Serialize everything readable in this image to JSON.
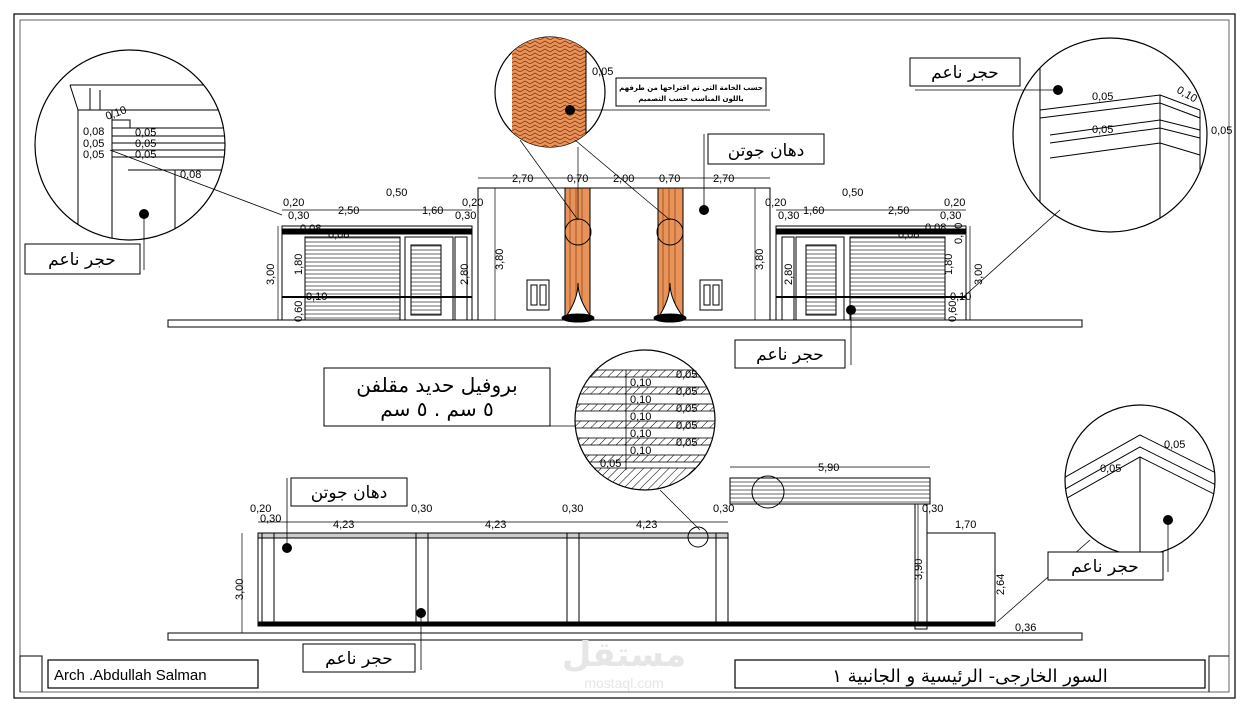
{
  "title_block": {
    "author": "Arch .Abdullah Salman",
    "sheet_title": "السور الخارجى- الرئيسية و الجانبية ١",
    "watermark_ar": "مستقل",
    "watermark_en": "mostaql.com"
  },
  "labels": {
    "soft_stone": "حجر ناعم",
    "jotun_paint": "دهان جوتن",
    "profile_line1": "بروفيل حديد مقلفن",
    "profile_line2": "٥ سم . ٥ سم",
    "note_line1": "حسب الخامة التي تم اقتراحها من طرفهم",
    "note_line2": "باللون المناسب حسب التصميم"
  },
  "front_elevation_dims": {
    "top_spans": [
      "2,70",
      "0,70",
      "2,00",
      "0,70",
      "2,70"
    ],
    "left_top": [
      "0,20",
      "0,50",
      "2,50",
      "1,60",
      "0,20"
    ],
    "left_sub": [
      "0,30",
      "0,30"
    ],
    "right_top": [
      "0,20",
      "0,50",
      "1,60",
      "2,50",
      "0,20"
    ],
    "right_sub": [
      "0,30",
      "0,30"
    ],
    "heights": [
      "3,00",
      "1,80",
      "2,80",
      "3,80",
      "3,80",
      "2,80",
      "1,80",
      "3,00"
    ],
    "small": [
      "0,08",
      "0,08",
      "0,10",
      "0,10",
      "0,60",
      "0,60",
      "0,08",
      "0,08",
      "0,10"
    ]
  },
  "detail_dims": {
    "cornice": [
      "0,10",
      "0,08",
      "0,05",
      "0,05",
      "0,05",
      "0,05",
      "0,05",
      "0,08"
    ],
    "coping_right": [
      "0,10",
      "0,05",
      "0,05",
      "0,05"
    ],
    "wood": [
      "0,05"
    ],
    "profile": [
      "0,10",
      "0,05",
      "0,10",
      "0,05",
      "0,10",
      "0,05",
      "0,10",
      "0,05",
      "0,10",
      "0,05",
      "0,05"
    ],
    "corner": [
      "0,05",
      "0,05"
    ]
  },
  "side_elevation_dims": {
    "top": [
      "0,20",
      "0,30",
      "4,23",
      "0,30",
      "4,23",
      "0,30",
      "4,23",
      "0,30",
      "0,30",
      "1,70"
    ],
    "top_right": "5,90",
    "heights": [
      "3,00",
      "3,90",
      "2,64"
    ],
    "bottom": "0,36"
  }
}
